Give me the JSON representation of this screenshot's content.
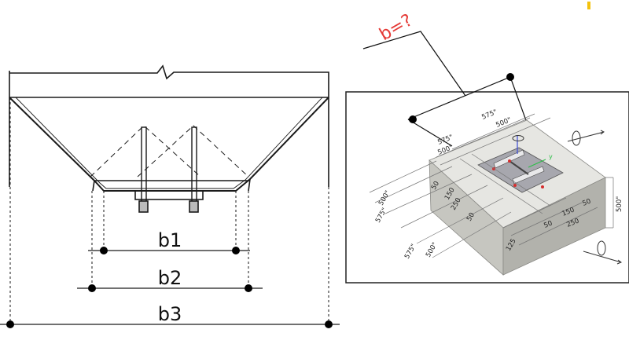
{
  "left_drawing": {
    "labels": {
      "b1": "b1",
      "b2": "b2",
      "b3": "b3"
    }
  },
  "right_drawing": {
    "question_label": "b=?",
    "dims_top": [
      "575\"",
      "575\"",
      "500\"",
      "500\""
    ],
    "dims_left": [
      "50",
      "150",
      "250",
      "50",
      "500\"",
      "575\"",
      "575\"",
      "500\""
    ],
    "dims_right": [
      "50",
      "150",
      "50",
      "250",
      "500\""
    ],
    "dim_front": "125",
    "colors": {
      "block_top": "#e6e6e2",
      "block_left": "#c6c6c0",
      "block_right": "#b2b2ac",
      "plate": "#a7a7ae",
      "question": "#e53935",
      "marker": "#f4c20d"
    }
  }
}
